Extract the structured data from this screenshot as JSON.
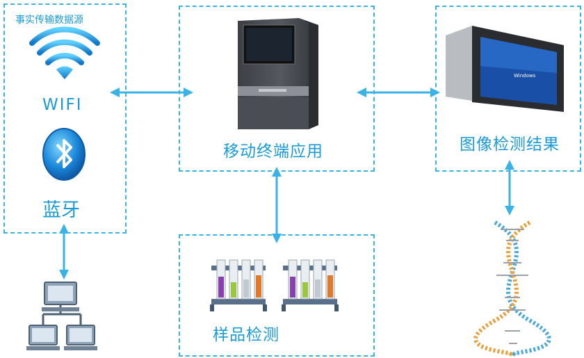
{
  "source_panel": {
    "title": "事实传输数据源",
    "wifi_label": "WIFI",
    "bluetooth_label": "蓝牙"
  },
  "terminal_panel": {
    "label": "移动终端应用"
  },
  "result_panel": {
    "label": "图像检测结果"
  },
  "sample_panel": {
    "label": "样品检测"
  },
  "accent_color": "#39b3e6",
  "label_color": "#1a9ad6"
}
